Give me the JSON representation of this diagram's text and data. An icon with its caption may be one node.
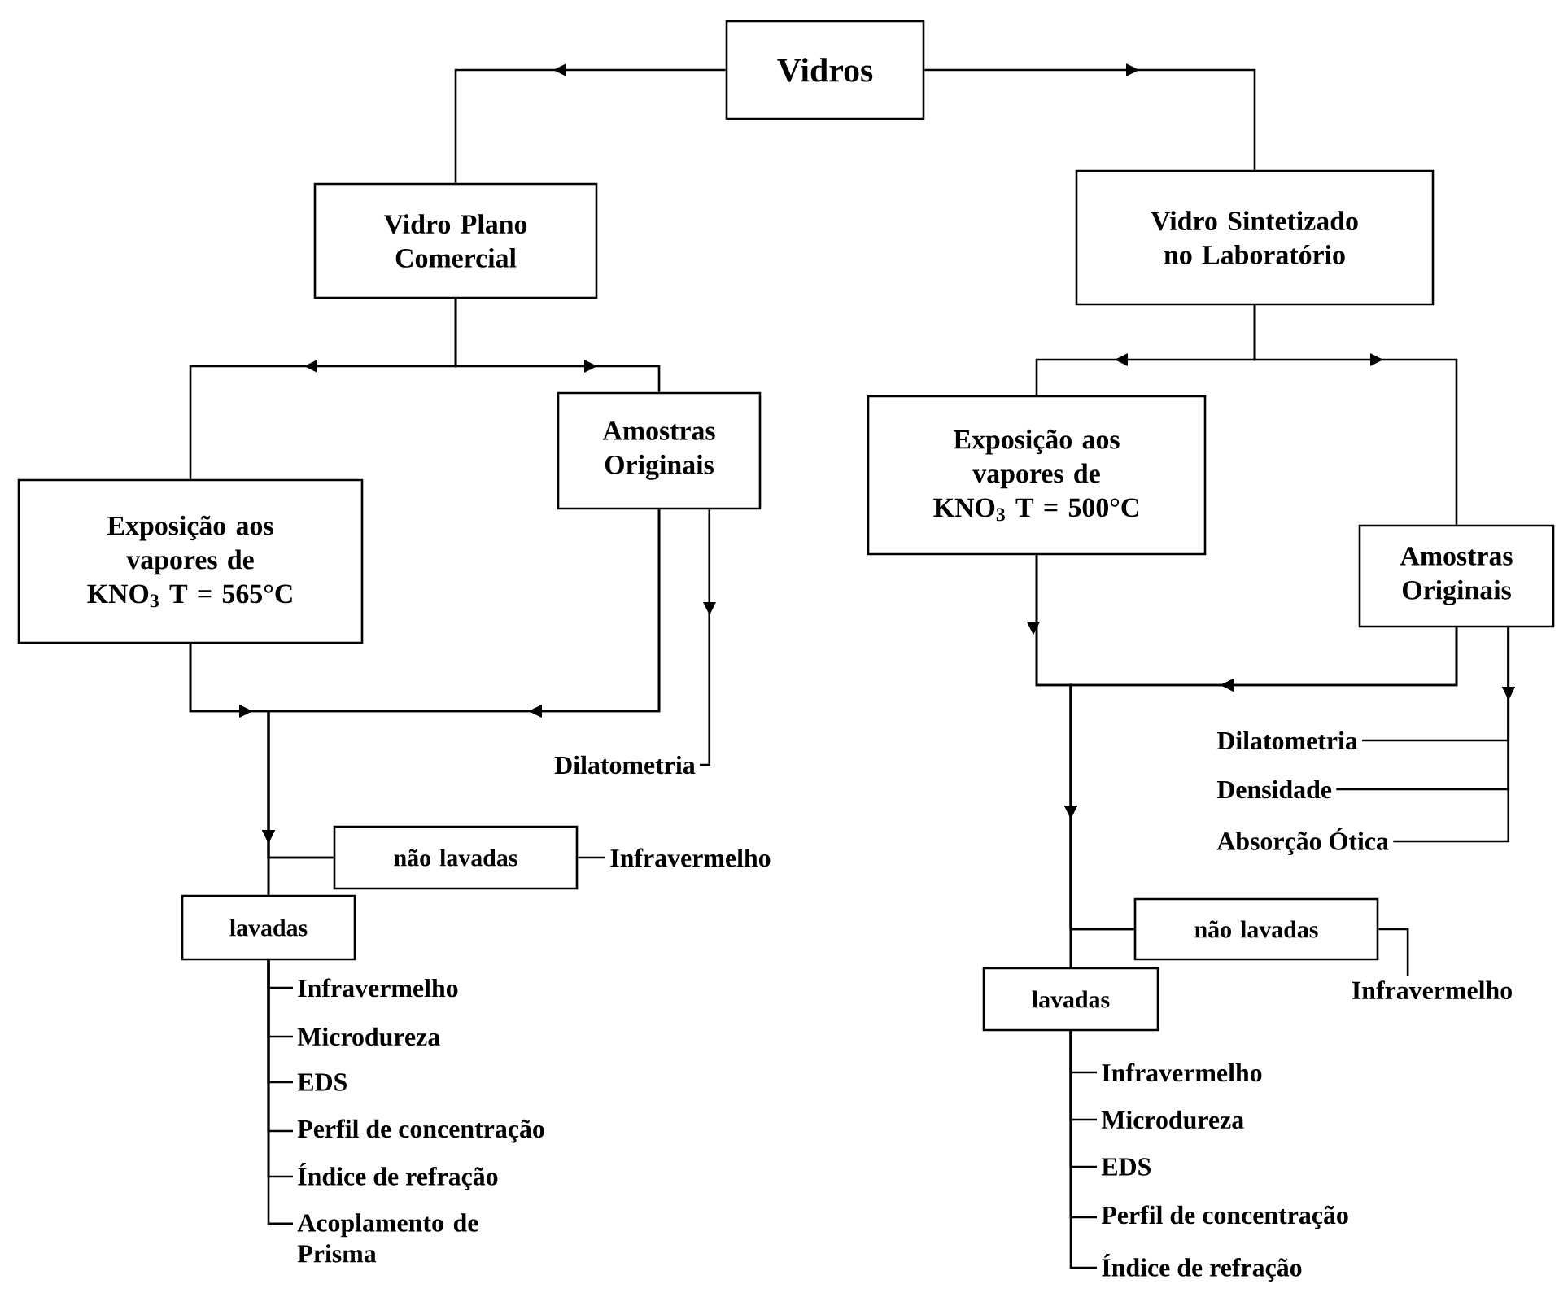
{
  "diagram": {
    "nodes": [
      {
        "text": [
          "Vidros"
        ]
      },
      {
        "text": [
          "Vidro Plano Comercial"
        ]
      },
      {
        "text": [
          "Vidro Sintetizado no Laboratório"
        ]
      },
      {
        "text": [
          "Exposição aos vapores de KNO$_{3}$ T = 565°C"
        ]
      },
      {
        "text": [
          "Amostras Originais"
        ]
      },
      {
        "text": [
          "Dilatometria"
        ]
      },
      {
        "text": [
          "não lavadas"
        ]
      },
      {
        "text": [
          "Infravermelho"
        ]
      },
      {
        "text": [
          "lavadas"
        ]
      },
      {
        "text": [
          "Infravermelho"
        ]
      },
      {
        "text": [
          "Microdureza"
        ]
      },
      {
        "text": [
          "EDS"
        ]
      },
      {
        "text": [
          "Perfil de concentração"
        ]
      },
      {
        "text": [
          "Índice de refração"
        ]
      },
      {
        "text": [
          "Acoplamento de Prisma"
        ]
      },
      {
        "text": [
          "Exposição aos vapores de KNO$_{3}$ T = 500°C"
        ]
      },
      {
        "text": [
          "Amostras Originais"
        ]
      },
      {
        "text": [
          "Dilatometria"
        ]
      },
      {
        "text": [
          "Densidade"
        ]
      },
      {
        "text": [
          "Absorção Ótica"
        ]
      },
      {
        "text": [
          "não lavadas"
        ]
      },
      {
        "text": [
          "Infravermelho"
        ]
      },
      {
        "text": [
          "lavadas"
        ]
      },
      {
        "text": [
          "Infravermelho"
        ]
      },
      {
        "text": [
          "Microdureza"
        ]
      },
      {
        "text": [
          "EDS"
        ]
      },
      {
        "text": [
          "Perfil de concentração"
        ]
      },
      {
        "text": [
          "Índice de refração"
        ]
      }
    ],
    "edges": [
      {
        "from": 0,
        "to": 1,
        "arrow": "to"
      },
      {
        "from": 0,
        "to": 2,
        "arrow": "to"
      },
      {
        "from": 1,
        "to": 3,
        "arrow": "to"
      },
      {
        "from": 1,
        "to": 4,
        "arrow": "to"
      },
      {
        "from": 2,
        "to": 15,
        "arrow": "to"
      },
      {
        "from": 2,
        "to": 16,
        "arrow": "to"
      },
      {
        "from": 3,
        "to": 6,
        "arrow": "to"
      },
      {
        "from": 3,
        "to": 8,
        "arrow": "to"
      },
      {
        "from": 4,
        "to": 6,
        "arrow": "to"
      },
      {
        "from": 4,
        "to": 8,
        "arrow": "to"
      },
      {
        "from": 4,
        "to": 5,
        "arrow": "to"
      },
      {
        "from": 6,
        "to": 7,
        "arrow": "none"
      },
      {
        "from": 8,
        "to": 9,
        "arrow": "none"
      },
      {
        "from": 8,
        "to": 10,
        "arrow": "none"
      },
      {
        "from": 8,
        "to": 11,
        "arrow": "none"
      },
      {
        "from": 8,
        "to": 12,
        "arrow": "none"
      },
      {
        "from": 8,
        "to": 13,
        "arrow": "none"
      },
      {
        "from": 8,
        "to": 14,
        "arrow": "none"
      },
      {
        "from": 15,
        "to": 20,
        "arrow": "to"
      },
      {
        "from": 15,
        "to": 22,
        "arrow": "to"
      },
      {
        "from": 16,
        "to": 20,
        "arrow": "to"
      },
      {
        "from": 16,
        "to": 22,
        "arrow": "to"
      },
      {
        "from": 16,
        "to": 17,
        "arrow": "to"
      },
      {
        "from": 16,
        "to": 18,
        "arrow": "to"
      },
      {
        "from": 16,
        "to": 19,
        "arrow": "to"
      },
      {
        "from": 20,
        "to": 21,
        "arrow": "none"
      },
      {
        "from": 22,
        "to": 23,
        "arrow": "none"
      },
      {
        "from": 22,
        "to": 24,
        "arrow": "none"
      },
      {
        "from": 22,
        "to": 25,
        "arrow": "none"
      },
      {
        "from": 22,
        "to": 26,
        "arrow": "none"
      },
      {
        "from": 22,
        "to": 27,
        "arrow": "none"
      }
    ]
  }
}
